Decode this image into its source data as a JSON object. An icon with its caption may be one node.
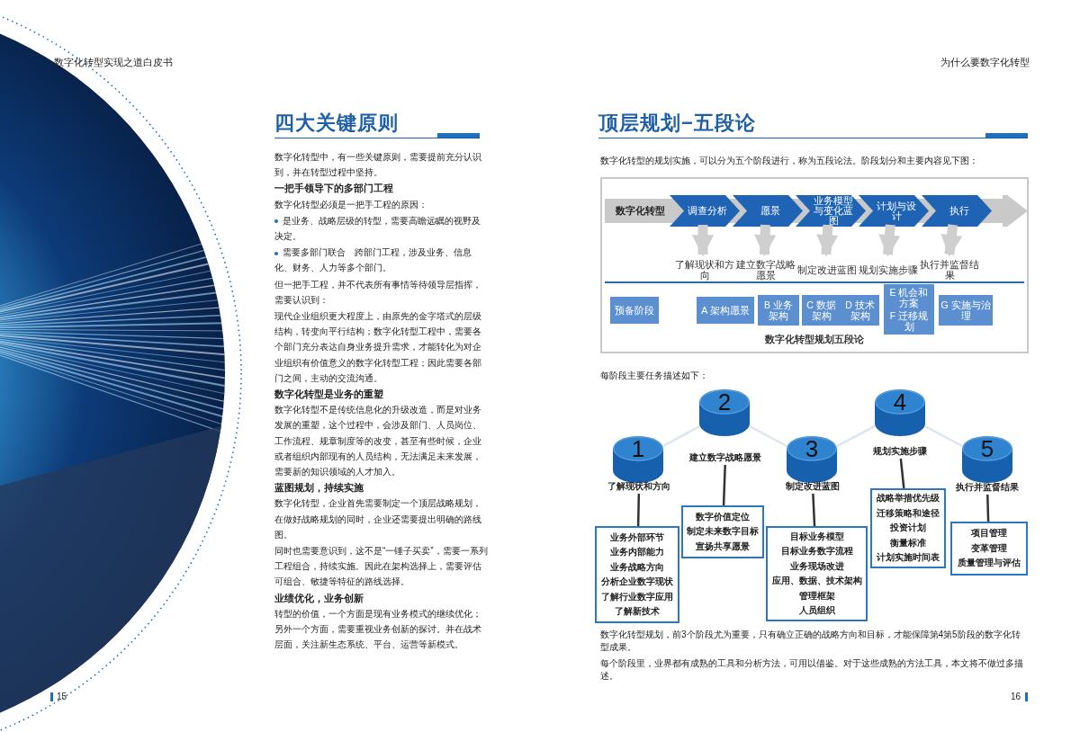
{
  "diagram": {
    "title": "顶层规划−五段论",
    "nodes": [
      {
        "text": [
          "数字化转型规划五段论"
        ]
      },
      {
        "text": [
          "数字化转型"
        ],
        "in": 0
      },
      {
        "text": [
          "调查分析"
        ],
        "in": 1
      },
      {
        "text": [
          "愿景"
        ],
        "in": 1
      },
      {
        "text": [
          "业务模型与变化蓝图"
        ],
        "in": 1
      },
      {
        "text": [
          "计划与设计"
        ],
        "in": 1
      },
      {
        "text": [
          "执行"
        ],
        "in": 1
      },
      {
        "text": [
          "了解现状和方向"
        ],
        "in": 0
      },
      {
        "text": [
          "建立数字战略愿景"
        ],
        "in": 0
      },
      {
        "text": [
          "制定改进蓝图"
        ],
        "in": 0
      },
      {
        "text": [
          "规划实施步骤"
        ],
        "in": 0
      },
      {
        "text": [
          "执行并监督结果"
        ],
        "in": 0
      },
      {
        "text": [
          "预备阶段"
        ],
        "in": 0
      },
      {
        "text": [
          "A 架构愿景"
        ],
        "in": 0
      },
      {
        "text": [
          "B 业务架构"
        ],
        "in": 0
      },
      {
        "text": [
          "C 数据架构",
          "D 技术架构"
        ],
        "in": 0
      },
      {
        "text": [
          "E 机会和方案",
          "F 迁移规划"
        ],
        "in": 0
      },
      {
        "text": [
          "G 实施与治理"
        ],
        "in": 0
      },
      {
        "text": [
          "1"
        ]
      },
      {
        "text": [
          "2"
        ]
      },
      {
        "text": [
          "3"
        ]
      },
      {
        "text": [
          "4"
        ]
      },
      {
        "text": [
          "5"
        ]
      },
      {
        "text": [
          "了解现状和方向"
        ]
      },
      {
        "text": [
          "建立数字战略愿景"
        ]
      },
      {
        "text": [
          "制定改进蓝图"
        ]
      },
      {
        "text": [
          "规划实施步骤"
        ]
      },
      {
        "text": [
          "执行并监督结果"
        ]
      },
      {
        "text": [
          "业务外部环节",
          "业务内部能力",
          "业务战略方向",
          "分析企业数字现状",
          "了解行业数字应用",
          "了解新技术"
        ]
      },
      {
        "text": [
          "数字价值定位",
          "制定未来数字目标",
          "宣扬共享愿景"
        ]
      },
      {
        "text": [
          "目标业务模型",
          "目标业务数字流程",
          "业务现场改进",
          "应用、数据、技术架构",
          "管理框架",
          "人员组织"
        ]
      },
      {
        "text": [
          "战略举措优先级",
          "迁移策略和途径",
          "投资计划",
          "衡量标准",
          "计划实施时间表"
        ]
      },
      {
        "text": [
          "项目管理",
          "变革管理",
          "质量管理与评估"
        ]
      }
    ],
    "edges": [
      {
        "from": 2,
        "to": 7,
        "arrow": "to",
        "style": "thick",
        "color": "#cfcfcf"
      },
      {
        "from": 3,
        "to": 8,
        "arrow": "to",
        "style": "thick",
        "color": "#cfcfcf"
      },
      {
        "from": 4,
        "to": 9,
        "arrow": "to",
        "style": "thick",
        "color": "#cfcfcf"
      },
      {
        "from": 5,
        "to": 10,
        "arrow": "to",
        "style": "thick",
        "color": "#cfcfcf"
      },
      {
        "from": 6,
        "to": 11,
        "arrow": "to",
        "style": "thick",
        "color": "#cfcfcf"
      },
      {
        "from": 18,
        "to": 19,
        "arrow": "none",
        "color": "#dde5ee"
      },
      {
        "from": 19,
        "to": 20,
        "arrow": "none",
        "color": "#dde5ee"
      },
      {
        "from": 20,
        "to": 21,
        "arrow": "none",
        "color": "#dde5ee"
      },
      {
        "from": 21,
        "to": 22,
        "arrow": "none",
        "color": "#dde5ee"
      },
      {
        "from": 23,
        "to": 28,
        "arrow": "none",
        "color": "#333333"
      },
      {
        "from": 24,
        "to": 29,
        "arrow": "none",
        "color": "#333333"
      },
      {
        "from": 25,
        "to": 30,
        "arrow": "none",
        "color": "#333333"
      },
      {
        "from": 26,
        "to": 31,
        "arrow": "none",
        "color": "#333333"
      },
      {
        "from": 27,
        "to": 32,
        "arrow": "none",
        "color": "#333333"
      }
    ],
    "labels": [
      "数字化转型实现之道白皮书",
      "为什么要数字化转型",
      "四大关键原则",
      "数字化转型中，有一些关键原则，需要提前充分认识到，并在转型过程中坚持。",
      "一把手领导下的多部门工程",
      "数字化转型必须是一把手工程的原因：",
      "是业务、战略层级的转型，需要高瞻远瞩的视野及决定。",
      "需要多部门联合　跨部门工程，涉及业务、信息化、财务、人力等多个部门。",
      "但一把手工程，并不代表所有事情等待领导层指挥，需要认识到：",
      "现代企业组织更大程度上，由原先的金字塔式的层级结构，转变向平行结构；数字化转型工程中，需要各个部门充分表达自身业务提升需求，才能转化为对企业组织有价值意义的数字化转型工程；因此需要各部门之间，主动的交流沟通。",
      "数字化转型是业务的重塑",
      "数字化转型不是传统信息化的升级改造，而是对业务发展的重塑，这个过程中，会涉及部门、人员岗位、工作流程、规章制度等的改变，甚至有些时候，企业或者组织内部现有的人员结构，无法满足未来发展，需要新的知识领域的人才加入。",
      "蓝图规划，持续实施",
      "数字化转型，企业首先需要制定一个顶层战略规划，在做好战略规划的同时，企业还需要提出明确的路线图。",
      "同时也需要意识到，这不是“一锤子买卖”，需要一系列工程组合，持续实施。因此在架构选择上，需要评估可组合、敏捷等特征的路线选择。",
      "业绩优化，业务创新",
      "转型的价值，一个方面是现有业务模式的继续优化；另外一个方面，需要重视业务创新的探讨。并在战术层面，关注新生态系统、平台、运营等新模式。",
      "15",
      "数字化转型的规划实施，可以分为五个阶段进行，称为五段论法。阶段划分和主要内容见下图：",
      "每阶段主要任务描述如下：",
      "数字化转型规划，前3个阶段尤为重要，只有确立正确的战略方向和目标，才能保障第4第5阶段的数字化转型成果。",
      "每个阶段里，业界都有成熟的工具和分析方法，可用以借鉴。对于这些成熟的方法工具，本文将不做过多描述。",
      "16"
    ]
  }
}
